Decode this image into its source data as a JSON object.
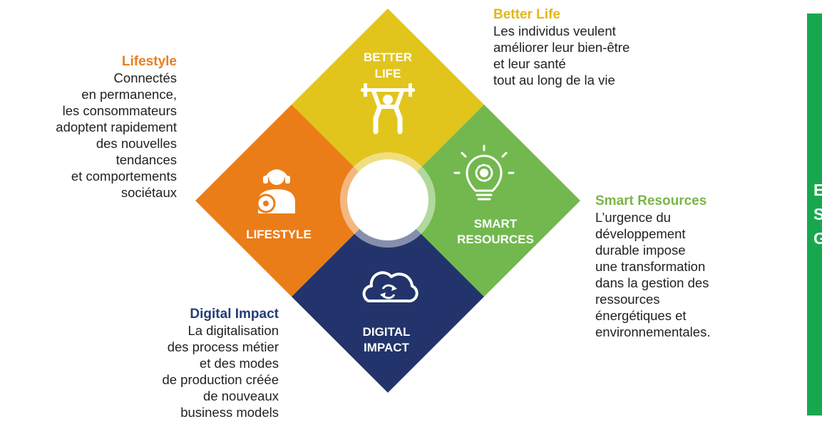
{
  "colors": {
    "better_life": "#E2C51C",
    "lifestyle": "#EB7D19",
    "smart_resources": "#72B84E",
    "digital_impact": "#22346B",
    "side_panel": "#17A84F"
  },
  "quadrants": {
    "better_life": {
      "line1": "BETTER",
      "line2": "LIFE",
      "icon": "weightlifter-icon"
    },
    "lifestyle": {
      "line1": "LIFESTYLE",
      "icon": "headphones-person-icon"
    },
    "smart_resources": {
      "line1": "SMART",
      "line2": "RESOURCES",
      "icon": "lightbulb-gear-icon"
    },
    "digital_impact": {
      "line1": "DIGITAL",
      "line2": "IMPACT",
      "icon": "cloud-sync-icon"
    }
  },
  "texts": {
    "lifestyle": {
      "heading": "Lifestyle",
      "lines": [
        "Connectés",
        "en permanence,",
        "les consommateurs",
        "adoptent rapidement",
        "des nouvelles",
        "tendances",
        "et comportements",
        "sociétaux"
      ]
    },
    "better_life": {
      "heading": "Better Life",
      "lines": [
        "Les individus veulent",
        "améliorer leur bien-être",
        "et leur santé",
        "tout au long de la vie"
      ]
    },
    "smart_resources": {
      "heading": "Smart Resources",
      "lines": [
        "L’urgence du",
        "développement",
        "durable impose",
        "une transformation",
        "dans la gestion des",
        "ressources",
        "énergétiques et",
        "environnementales."
      ]
    },
    "digital_impact": {
      "heading": "Digital Impact",
      "lines": [
        "La digitalisation",
        "des process métier",
        "et des modes",
        "de production créée",
        "de nouveaux",
        "business models"
      ]
    }
  },
  "side_panel": {
    "letters": [
      "E",
      "S",
      "G"
    ]
  }
}
